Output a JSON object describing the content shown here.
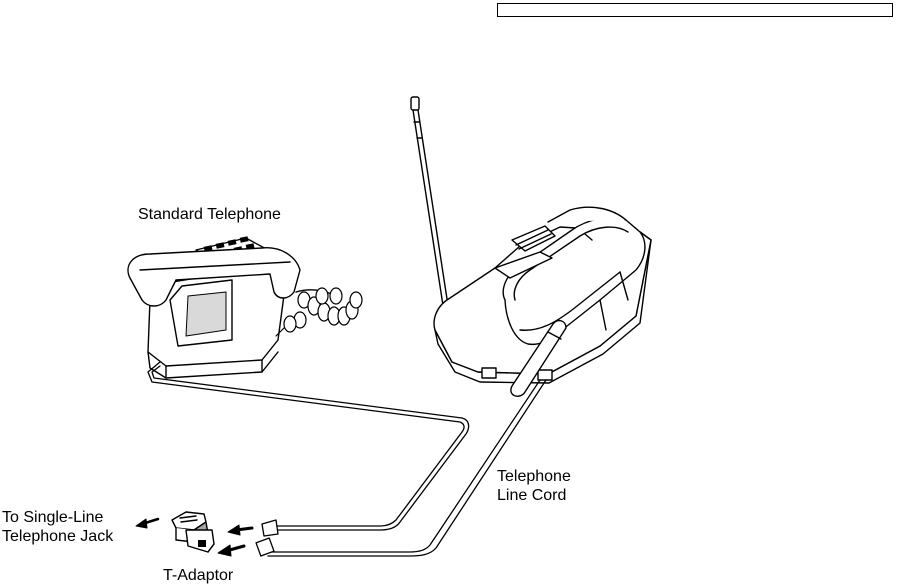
{
  "labels": {
    "standard_telephone": "Standard Telephone",
    "line_cord_1": "Telephone",
    "line_cord_2": "Line Cord",
    "jack_1": "To Single-Line",
    "jack_2": "Telephone Jack",
    "t_adaptor": "T-Adaptor"
  },
  "colors": {
    "ink": "#000000",
    "light_fill": "#ffffff",
    "shade": "#d9d9d9",
    "dark_shade": "#a6a6a6"
  }
}
